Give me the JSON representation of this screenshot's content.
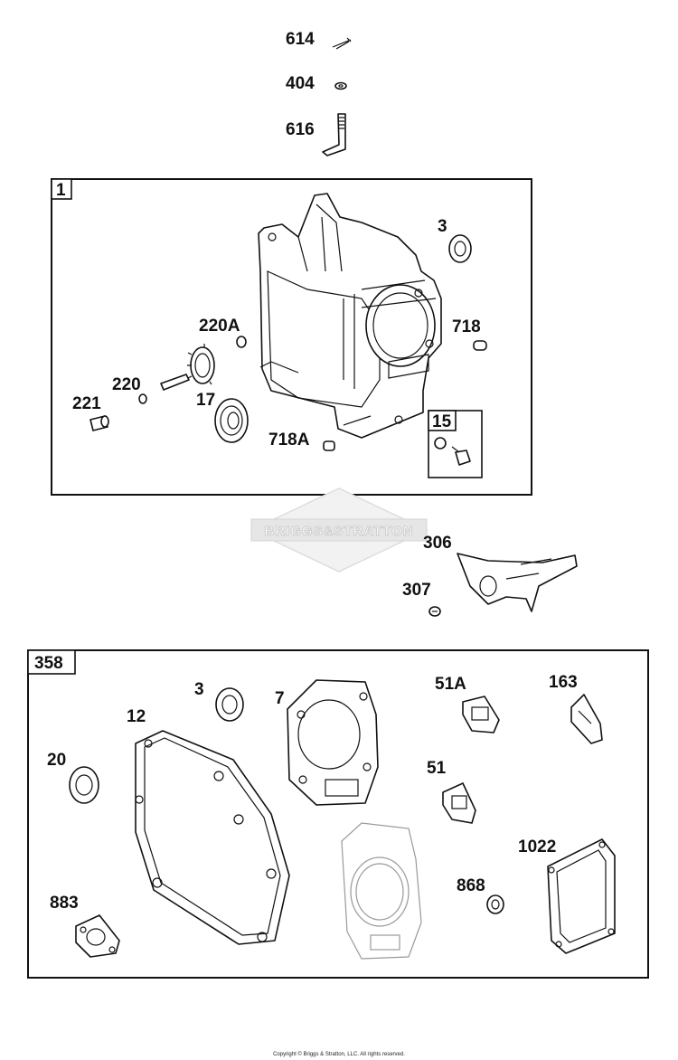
{
  "callouts": {
    "c614": "614",
    "c404": "404",
    "c616": "616",
    "c3a": "3",
    "c718": "718",
    "c220A": "220A",
    "c220": "220",
    "c221": "221",
    "c17": "17",
    "c718A": "718A",
    "c306": "306",
    "c307": "307",
    "c3b": "3",
    "c7": "7",
    "c51A": "51A",
    "c163": "163",
    "c12": "12",
    "c20": "20",
    "c51": "51",
    "c1022": "1022",
    "c868": "868",
    "c883": "883"
  },
  "boxes": {
    "cylinder_box": "1",
    "fastener_box": "15",
    "gasket_box": "358"
  },
  "watermark": "BRIGGS&STRATTON",
  "copyright": "Copyright © Briggs & Stratton, LLC. All rights reserved."
}
